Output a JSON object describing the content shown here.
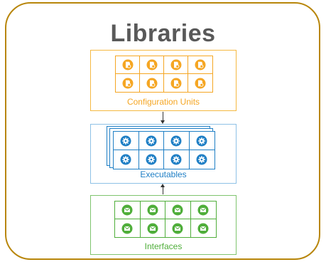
{
  "title": "Libraries",
  "colors": {
    "frame": "#b8860b",
    "config": "#f5a623",
    "exec": "#1f7fc5",
    "iface": "#4fae3a",
    "title": "#595959"
  },
  "panels": [
    {
      "key": "config",
      "label": "Configuration Units",
      "icon": "config-unit-icon",
      "count": 8
    },
    {
      "key": "exec",
      "label": "Executables",
      "icon": "gear-icon",
      "count": 8
    },
    {
      "key": "iface",
      "label": "Interfaces",
      "icon": "envelope-icon",
      "count": 8
    }
  ],
  "arrows": [
    {
      "from": "Configuration Units",
      "to": "Executables"
    },
    {
      "from": "Interfaces",
      "to": "Executables"
    }
  ]
}
